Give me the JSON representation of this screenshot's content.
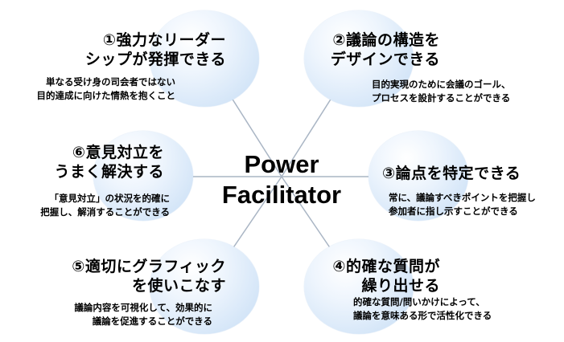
{
  "center": {
    "line1": "Power",
    "line2": "Facilitator"
  },
  "nodes": [
    {
      "id": "1",
      "title_lines": [
        "①強力なリーダー",
        "シップが発揮できる"
      ],
      "desc_lines": [
        "単なる受け身の司会者ではない",
        "目的達成に向けた情熱を抱くこと"
      ]
    },
    {
      "id": "2",
      "title_lines": [
        "②議論の構造を",
        "デザインできる"
      ],
      "desc_lines": [
        "目的実現のために会議のゴール、",
        "プロセスを設計することができる"
      ]
    },
    {
      "id": "3",
      "title_lines": [
        "③論点を特定できる"
      ],
      "desc_lines": [
        "常に、議論すべきポイントを把握し",
        "参加者に指し示すことができる"
      ]
    },
    {
      "id": "4",
      "title_lines": [
        "④的確な質問が",
        "繰り出せる"
      ],
      "desc_lines": [
        "的確な質問/問いかけによって、",
        "議論を意味ある形で活性化できる"
      ]
    },
    {
      "id": "5",
      "title_lines": [
        "⑤適切にグラフィック",
        "を使いこなす"
      ],
      "desc_lines": [
        "議論内容を可視化して、効果的に",
        "議論を促進することができる"
      ]
    },
    {
      "id": "6",
      "title_lines": [
        "⑥意見対立を",
        "うまく解決する"
      ],
      "desc_lines": [
        "「意見対立」の状況を的確に",
        "把握し、解消することができる"
      ]
    }
  ],
  "colors": {
    "bubble_edge": "#c4daf3",
    "connector": "#a9b5c4",
    "text": "#000000"
  }
}
